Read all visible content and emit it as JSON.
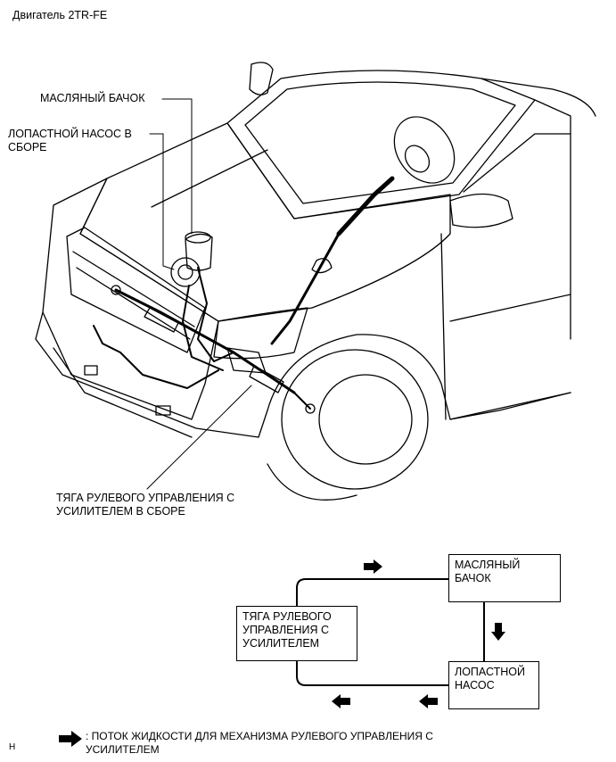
{
  "header": {
    "engine_label": "Двигатель 2TR-FE"
  },
  "callouts": {
    "oil_tank": "МАСЛЯНЫЙ БАЧОК",
    "vane_pump": "ЛОПАСТНОЙ НАСОС В\nСБОРЕ",
    "steering_rack": "ТЯГА РУЛЕВОГО УПРАВЛЕНИЯ С\nУСИЛИТЕЛЕМ В СБОРЕ"
  },
  "flow_diagram": {
    "oil_tank_box": "МАСЛЯНЫЙ\nБАЧОК",
    "pump_box": "ЛОПАСТНОЙ\nНАСОС",
    "rack_box": "ТЯГА РУЛЕВОГО\nУПРАВЛЕНИЯ С\nУСИЛИТЕЛЕМ"
  },
  "legend": {
    "arrow_icon": "right-arrow-icon",
    "text": ": ПОТОК ЖИДКОСТИ ДЛЯ МЕХАНИЗМА РУЛЕВОГО УПРАВЛЕНИЯ С\nУСИЛИТЕЛЕМ"
  },
  "footer": {
    "code": "H"
  }
}
